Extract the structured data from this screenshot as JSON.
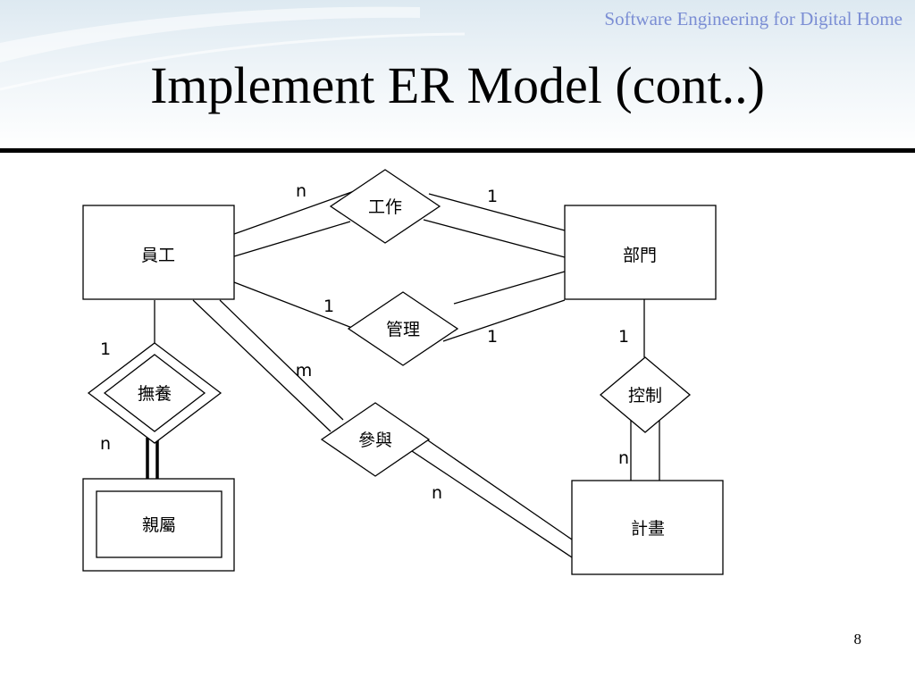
{
  "header": {
    "brand": "Software Engineering for Digital Home",
    "title": "Implement ER Model (cont..)"
  },
  "diagram": {
    "entities": {
      "employee": "員工",
      "department": "部門",
      "dependent": "親屬",
      "project": "計畫"
    },
    "relationships": {
      "works": "工作",
      "manages": "管理",
      "supports": "撫養",
      "participates": "參與",
      "controls": "控制"
    },
    "cardinalities": {
      "works_employee": "n",
      "works_department": "1",
      "manages_employee": "1",
      "manages_department": "1",
      "supports_employee": "1",
      "supports_dependent": "n",
      "participates_employee": "m",
      "participates_project": "n",
      "controls_department": "1",
      "controls_project": "n"
    }
  },
  "footer": {
    "page_number": "8"
  }
}
